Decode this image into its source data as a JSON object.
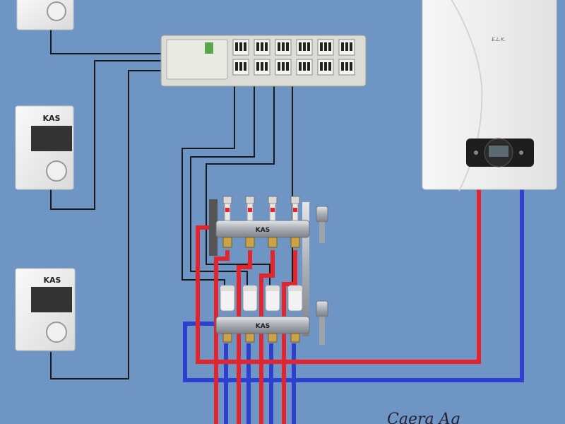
{
  "colors": {
    "background": "#6f95c4",
    "supply_pipe": "#e5232b",
    "return_pipe": "#2f3fd0",
    "control_wire": "#1a1a1a",
    "device_white": "#f4f4f4",
    "metal": "#b9bcc2"
  },
  "thermostats": [
    {
      "brand": "KAS"
    },
    {
      "brand": "KAS"
    },
    {
      "brand": ""
    }
  ],
  "controller": {
    "outputs": 6
  },
  "manifold": {
    "brand_top": "KAS",
    "brand_bottom": "KAS",
    "loops": 4
  },
  "boiler": {
    "brand": "E.L.K."
  },
  "signature": {
    "text": "Caera Ag"
  },
  "icons": [
    "thermostat-icon",
    "valve-actuator-icon",
    "flow-meter-icon",
    "air-vent-icon",
    "boiler-display-icon"
  ]
}
